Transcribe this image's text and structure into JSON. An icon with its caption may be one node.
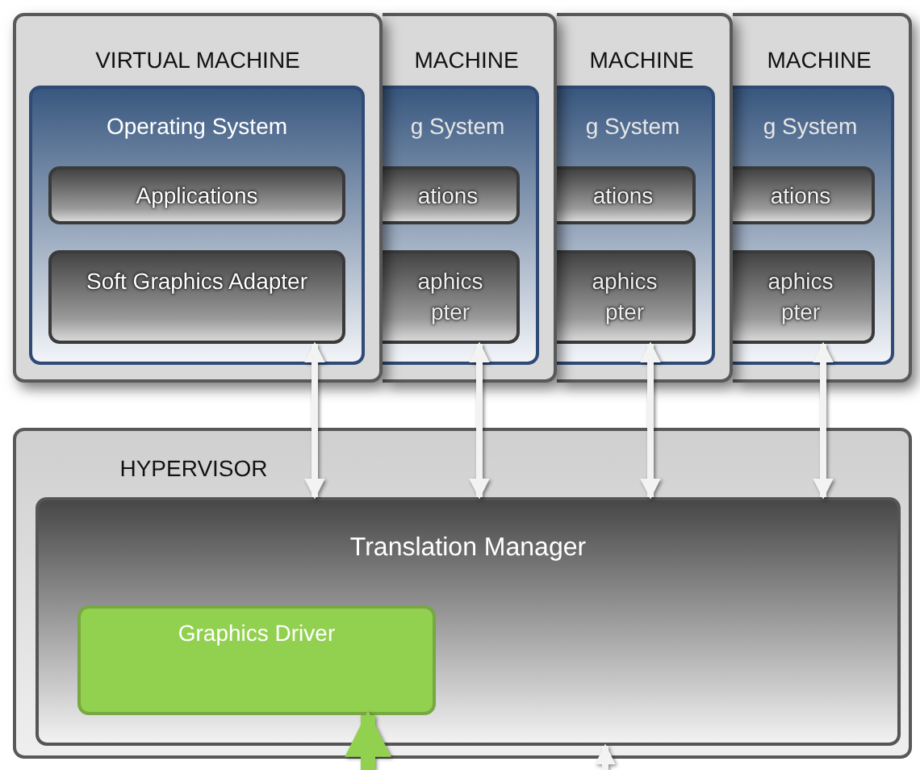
{
  "diagram": {
    "nodes": [
      {
        "text": [
          "VIRTUAL MACHINE"
        ]
      },
      {
        "text": [
          "Operating System"
        ],
        "in": 0
      },
      {
        "text": [
          "Applications"
        ],
        "in": 1
      },
      {
        "text": [
          "Soft Graphics Adapter"
        ],
        "in": 1
      },
      {
        "text": [
          "MACHINE"
        ]
      },
      {
        "text": [
          "g System"
        ],
        "in": 4
      },
      {
        "text": [
          "ations"
        ],
        "in": 5
      },
      {
        "text": [
          "aphics pter"
        ],
        "in": 5
      },
      {
        "text": [
          "MACHINE"
        ]
      },
      {
        "text": [
          "g System"
        ],
        "in": 8
      },
      {
        "text": [
          "ations"
        ],
        "in": 9
      },
      {
        "text": [
          "aphics pter"
        ],
        "in": 9
      },
      {
        "text": [
          "MACHINE"
        ]
      },
      {
        "text": [
          "g System"
        ],
        "in": 12
      },
      {
        "text": [
          "ations"
        ],
        "in": 13
      },
      {
        "text": [
          "aphics pter"
        ],
        "in": 13
      },
      {
        "text": [
          "HYPERVISOR"
        ]
      },
      {
        "text": [
          "Translation Manager"
        ],
        "in": 16
      },
      {
        "text": [
          "Graphics Driver"
        ],
        "in": 17
      }
    ],
    "edges": [
      {
        "from": 3,
        "to": 17,
        "arrow": "both"
      },
      {
        "from": 7,
        "to": 17,
        "arrow": "both"
      },
      {
        "from": 11,
        "to": 17,
        "arrow": "both"
      },
      {
        "from": 15,
        "to": 17,
        "arrow": "both"
      },
      {
        "from": null,
        "to": 18,
        "arrow": "to",
        "style": "thick",
        "color": "#92d050"
      },
      {
        "from": null,
        "to": 17,
        "arrow": "to"
      }
    ]
  }
}
